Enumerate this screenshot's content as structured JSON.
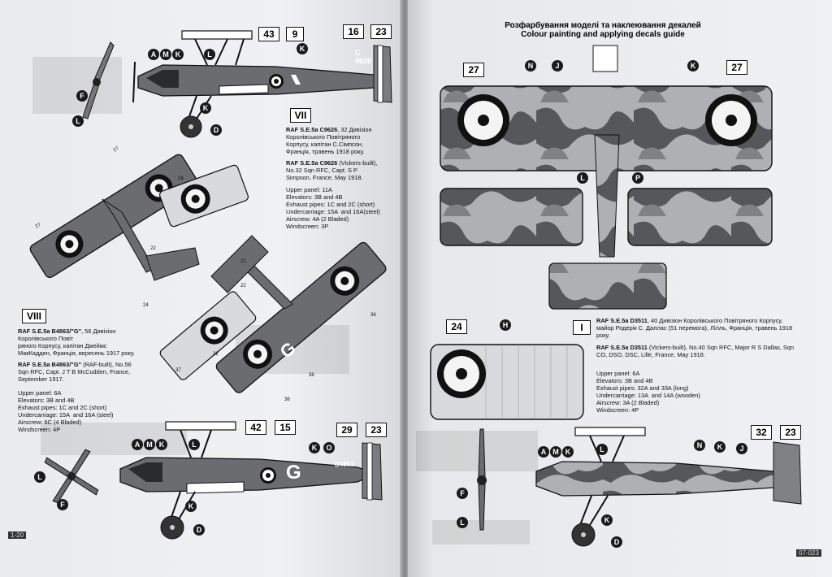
{
  "left_page": {
    "profile_vii": {
      "callouts_boxes": [
        "43",
        "9",
        "16",
        "23"
      ],
      "callouts_circles": [
        "A",
        "M",
        "K",
        "L",
        "K",
        "K",
        "D",
        "F",
        "L"
      ],
      "serial_marking": "C\n9626"
    },
    "vii": {
      "roman": "VII",
      "ua_title": "RAF S.E.5a C9626",
      "ua_text": ", 32 Дивізіон\nКоролівського Повітряного\nКорпусу, капітан С.Сімпсон,\nФранція, травень 1918 року.",
      "en_title": "RAF S.E.5a C9626",
      "en_text": " (Vickers-built),\nNo.32 Sqn RFC, Capt. S P\nSimpson, France, May 1918.",
      "specs": "Upper panel: 11A\nElevators: 3B and 4B\nExhaust pipes: 1C and 2C (short)\nUndercarriage: 15A  and 16A(steel)\nAirscrew: 4A (2 Bladed)\nWindscreen: 3P"
    },
    "viii": {
      "roman": "VIII",
      "ua_title": "RAF S.E.5a B4863/\"G\"",
      "ua_text": ", 56 Дивізіон\nКоролівського Повіт\nряного Корпусу, капітан Джеймс\nМакКадден, Франція, вересень 1917 року.",
      "en_title": "RAF S.E.5a B4863/\"G\"",
      "en_text": " (RAF-built), No.56\nSqn RFC, Capt. J T B McCudden, France,\nSeptember 1917.",
      "specs": "Upper panel: 6A\nElevators: 3B and 4B\nExhaust pipes: 1C and 2C (short)\nUndercarriage: 15A  and 16A (steel)\nAirscrew: 6C (4 Bladed)\nWindscreen: 4P"
    },
    "plan_view_numbers": [
      "27",
      "27",
      "24",
      "22",
      "22",
      "22",
      "22",
      "36",
      "36",
      "36",
      "37",
      "37",
      "24"
    ],
    "plan_view_letter": "G",
    "profile_viii": {
      "callouts_boxes": [
        "42",
        "15",
        "29",
        "23"
      ],
      "callouts_circles": [
        "A",
        "M",
        "K",
        "L",
        "K",
        "O",
        "K",
        "D",
        "L",
        "F"
      ],
      "serial_marking": "B4863",
      "fuselage_letter": "G"
    },
    "page_number": "1-20"
  },
  "right_page": {
    "header_ua": "Розфарбування моделі та наклеювання декалей",
    "header_en": "Colour painting  and applying decals guide",
    "top_view_boxes": [
      "27",
      "27"
    ],
    "top_view_circles": [
      "N",
      "J",
      "K",
      "L",
      "P"
    ],
    "wing_boxes": [
      "24"
    ],
    "wing_circles": [
      "H"
    ],
    "i": {
      "roman": "I",
      "ua_title": "RAF S.E.5a D3511",
      "ua_text": ", 40 Дивізіон Королівського Повітряного Корпусу,\nмайор Родерік С. Даллас (51 перемога), Лілль, Франція, травень 1918\nроку.",
      "en_title": "RAF S.E.5a D3511",
      "en_text": " (Vickers-built), No.40 Sqn RFC, Major R S Dallas, Sqn\nCO, DSO, DSC, Lille, France, May 1918.",
      "specs": "Upper panel: 6A\nElevators: 3B and 4B\nExhaust pipes: 32A and 33A (long)\nUndercarriage: 13A  and 14A (wooden)\nAirscrew: 3A (2 Bladed)\nWindscreen: 4P"
    },
    "profile_i": {
      "callouts_boxes": [
        "32",
        "23"
      ],
      "callouts_circles": [
        "A",
        "M",
        "K",
        "L",
        "N",
        "K",
        "J",
        "K",
        "D",
        "F",
        "L"
      ]
    },
    "page_number": "07-023"
  },
  "colors": {
    "paper": "#eceef0",
    "ink": "#111111",
    "camo_dark": "#55575a",
    "camo_mid": "#7f8184",
    "camo_light": "#aeb0b4",
    "roundel_white": "#f4f4f4"
  }
}
